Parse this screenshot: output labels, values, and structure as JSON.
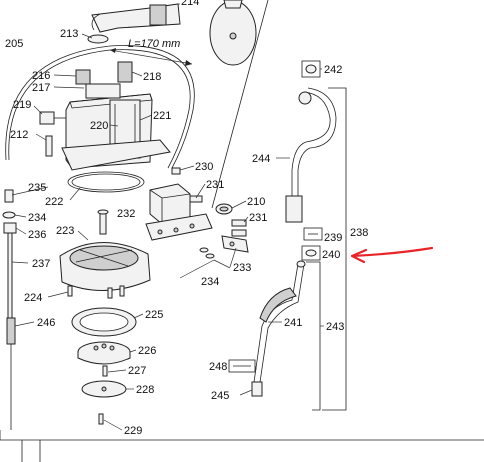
{
  "diagram": {
    "length_note": "L=170 mm",
    "labels": {
      "l214": "214",
      "l213": "213",
      "l205": "205",
      "l216": "216",
      "l217": "217",
      "l218": "218",
      "l219": "219",
      "l220": "220",
      "l221": "221",
      "l212": "212",
      "l230": "230",
      "l231a": "231",
      "l231b": "231",
      "l210": "210",
      "l232": "232",
      "l222": "222",
      "l235": "235",
      "l234a": "234",
      "l236": "236",
      "l223": "223",
      "l233": "233",
      "l234b": "234",
      "l237": "237",
      "l224": "224",
      "l246": "246",
      "l225": "225",
      "l226": "226",
      "l227": "227",
      "l228": "228",
      "l229": "229",
      "l242": "242",
      "l244": "244",
      "l238": "238",
      "l239": "239",
      "l240": "240",
      "l241": "241",
      "l243": "243",
      "l248": "248",
      "l245": "245"
    },
    "arrow_color": "#e8262a"
  }
}
